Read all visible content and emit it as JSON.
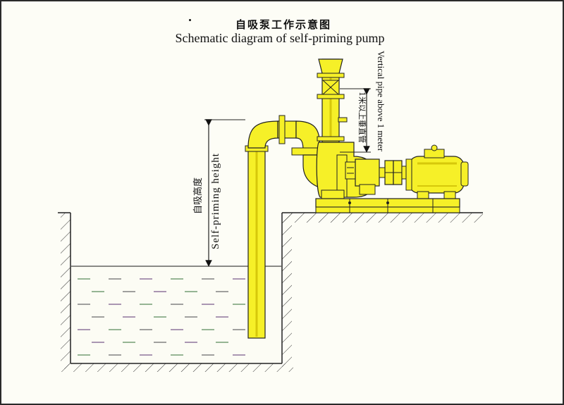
{
  "title_zh": "自吸泵工作示意图",
  "title_en": "Schematic diagram of self-priming pump",
  "labels": {
    "self_priming_height_zh": "自吸高度",
    "self_priming_height_en": "Self-priming height",
    "vertical_pipe_zh": "1米以上垂直管",
    "vertical_pipe_en": "Vertical pipe above 1 meter"
  },
  "colors": {
    "pipe_yellow": "#f6f028",
    "outline": "#222222",
    "water_dash_colors": [
      "#5a8a5a",
      "#7a5a8a",
      "#6a6a6a"
    ]
  }
}
